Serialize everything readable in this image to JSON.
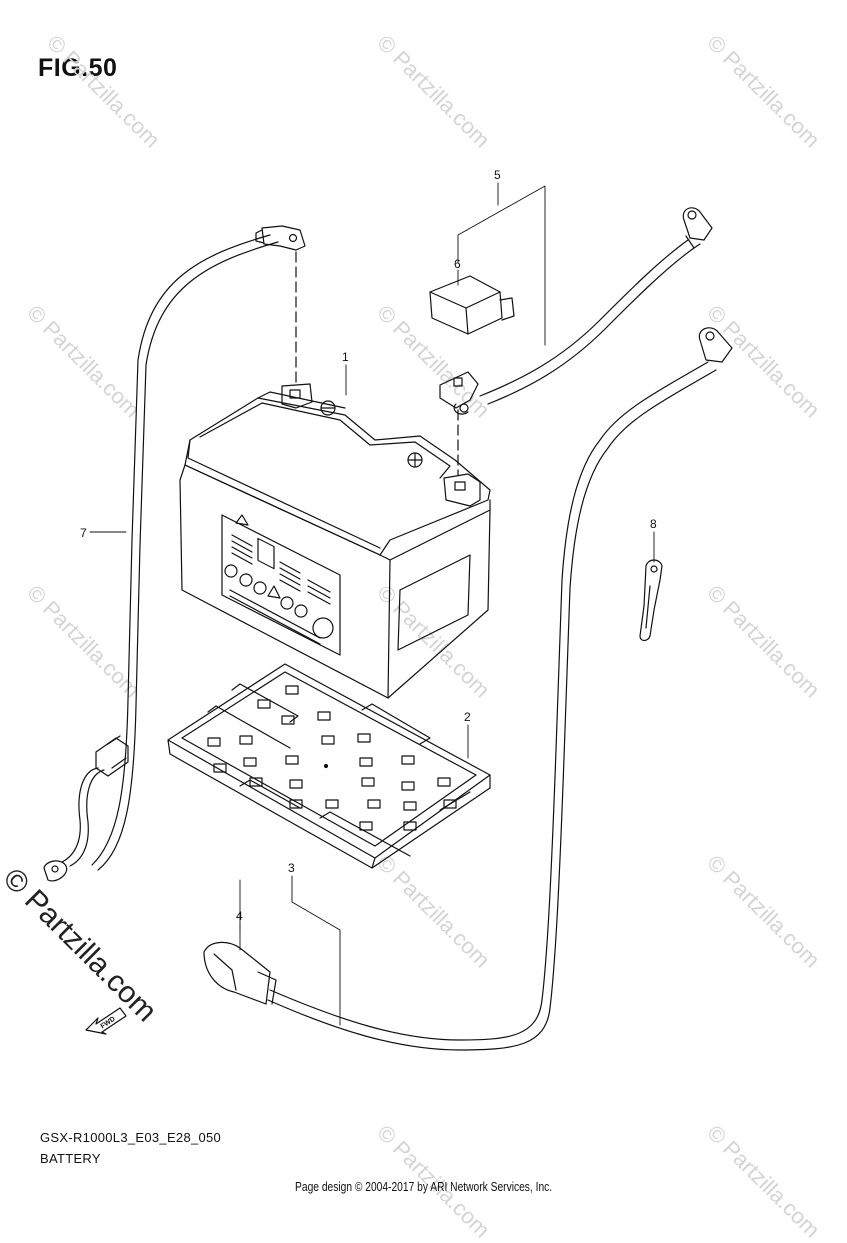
{
  "header": {
    "figure": "FIG.50"
  },
  "callouts": {
    "c1": "1",
    "c2": "2",
    "c3": "3",
    "c4": "4",
    "c5": "5",
    "c6": "6",
    "c7": "7",
    "c8": "8"
  },
  "fwd_label": "FWD",
  "watermark": "© Partzilla.com",
  "footer": {
    "diagram_code": "GSX-R1000L3_E03_E28_050",
    "diagram_name": "BATTERY",
    "copyright": "Page design © 2004-2017 by ARI Network Services, Inc."
  }
}
